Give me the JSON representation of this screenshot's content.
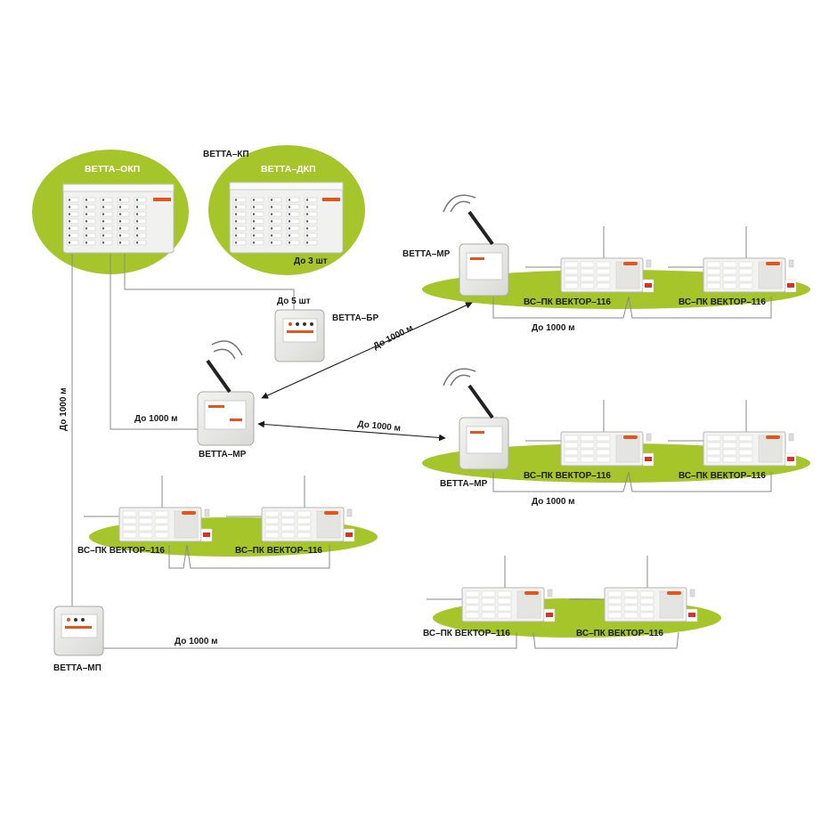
{
  "colors": {
    "green": "#a6c52a",
    "line": "#8a8a8a",
    "panel": "#f1f1ef",
    "accent": "#e2551d"
  },
  "labels": {
    "kp_group": "ВЕТТА–КП",
    "okp": "ВЕТТА–ОКП",
    "dkp": "ВЕТТА–ДКП",
    "dkp_count": "До 3 шт",
    "br_count": "До 5 шт",
    "br": "ВЕТТА–БР",
    "mr_center": "ВЕТТА–МР",
    "mr_top": "ВЕТТА–МР",
    "mr_mid": "ВЕТТА–МР",
    "mp": "ВЕТТА–МП",
    "dist_center": "До 1000 м",
    "dist_vertical": "До 1000 м",
    "dist_diag": "До 1000 м",
    "dist_horiz": "До 1000 м",
    "dist_top_group": "До 1000 м",
    "dist_mid_group": "До 1000 м",
    "dist_bottom": "До 1000 м",
    "vs_top_1": "ВС–ПК ВЕКТОР–116",
    "vs_top_2": "ВС–ПК ВЕКТОР–116",
    "vs_mid_1": "ВС–ПК ВЕКТОР–116",
    "vs_mid_2": "ВС–ПК ВЕКТОР–116",
    "vs_left_1": "ВС–ПК ВЕКТОР–116",
    "vs_left_2": "ВС–ПК ВЕКТОР–116",
    "vs_bot_1": "ВС–ПК ВЕКТОР–116",
    "vs_bot_2": "ВС–ПК ВЕКТОР–116"
  }
}
